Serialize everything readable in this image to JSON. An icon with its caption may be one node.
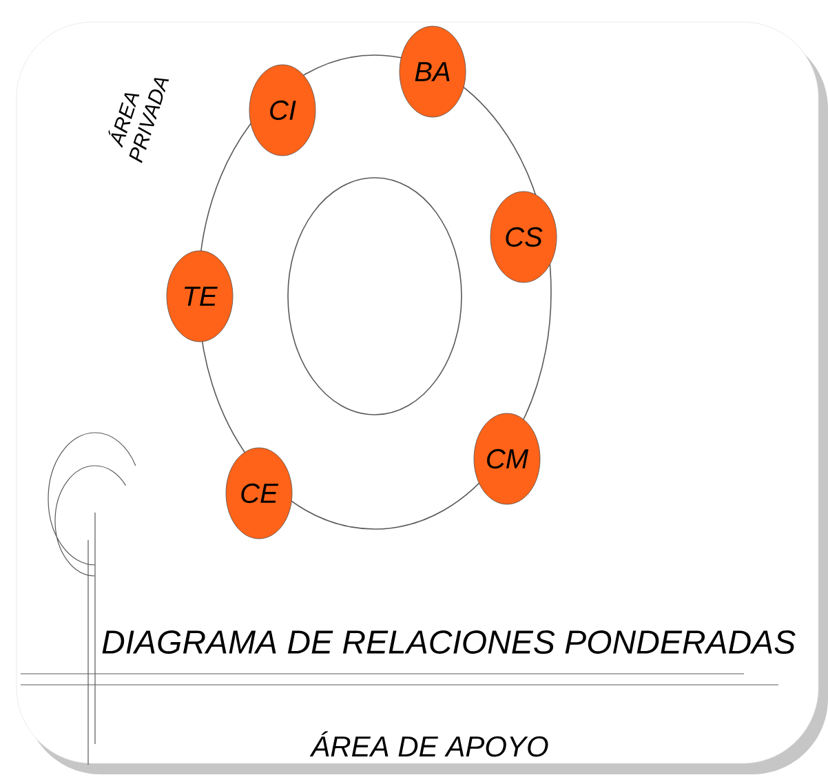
{
  "diagram": {
    "title": "DIAGRAMA DE RELACIONES PONDERADAS",
    "nodes": [
      {
        "text": [
          "CI"
        ]
      },
      {
        "text": [
          "BA"
        ]
      },
      {
        "text": [
          "CS"
        ]
      },
      {
        "text": [
          "TE"
        ]
      },
      {
        "text": [
          "CM"
        ]
      },
      {
        "text": [
          "CE"
        ]
      }
    ],
    "labels": [
      "ÁREA PRIVADA",
      "ÁREA DE APOYO"
    ]
  }
}
